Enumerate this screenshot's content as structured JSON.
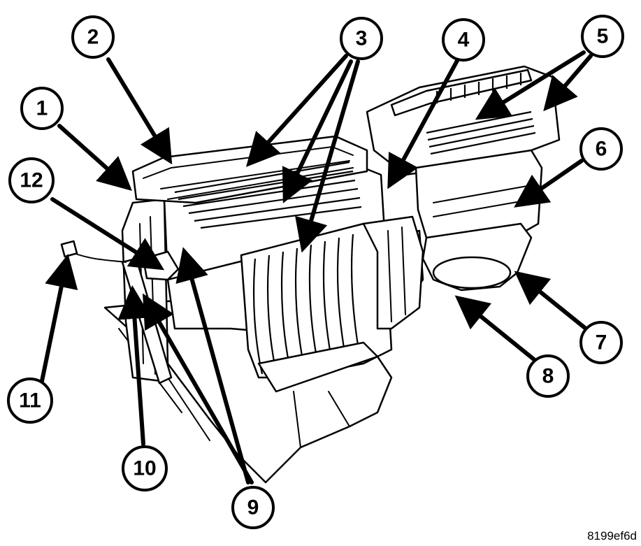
{
  "figure_code": "8199ef6d",
  "callouts": [
    "1",
    "2",
    "3",
    "4",
    "5",
    "6",
    "7",
    "8",
    "9",
    "10",
    "11",
    "12"
  ],
  "colors": {
    "ink": "#000000",
    "paper": "#ffffff"
  }
}
